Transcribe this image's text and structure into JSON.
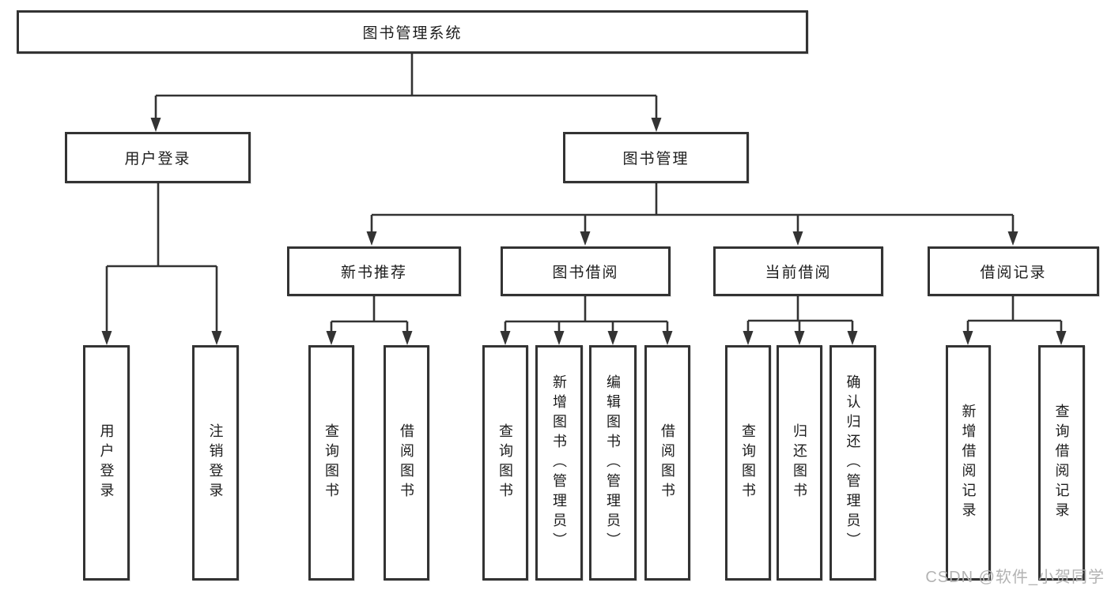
{
  "title": "图书管理系统",
  "tree": {
    "root": {
      "label": "图书管理系统"
    },
    "branches": [
      {
        "label": "用户登录",
        "children": [
          {
            "label": "用户登录"
          },
          {
            "label": "注销登录"
          }
        ]
      },
      {
        "label": "图书管理",
        "children": [
          {
            "label": "新书推荐",
            "children": [
              {
                "label": "查询图书"
              },
              {
                "label": "借阅图书"
              }
            ]
          },
          {
            "label": "图书借阅",
            "children": [
              {
                "label": "查询图书"
              },
              {
                "label": "新增图书（管理员）"
              },
              {
                "label": "编辑图书（管理员）"
              },
              {
                "label": "借阅图书"
              }
            ]
          },
          {
            "label": "当前借阅",
            "children": [
              {
                "label": "查询图书"
              },
              {
                "label": "归还图书"
              },
              {
                "label": "确认归还（管理员）"
              }
            ]
          },
          {
            "label": "借阅记录",
            "children": [
              {
                "label": "新增借阅记录"
              },
              {
                "label": "查询借阅记录"
              }
            ]
          }
        ]
      }
    ]
  },
  "watermark": "CSDN @软件_小贺同学",
  "colors": {
    "line": "#333333",
    "text": "#1d1d1d",
    "watermark": "#b3b3b3",
    "background": "#ffffff"
  }
}
